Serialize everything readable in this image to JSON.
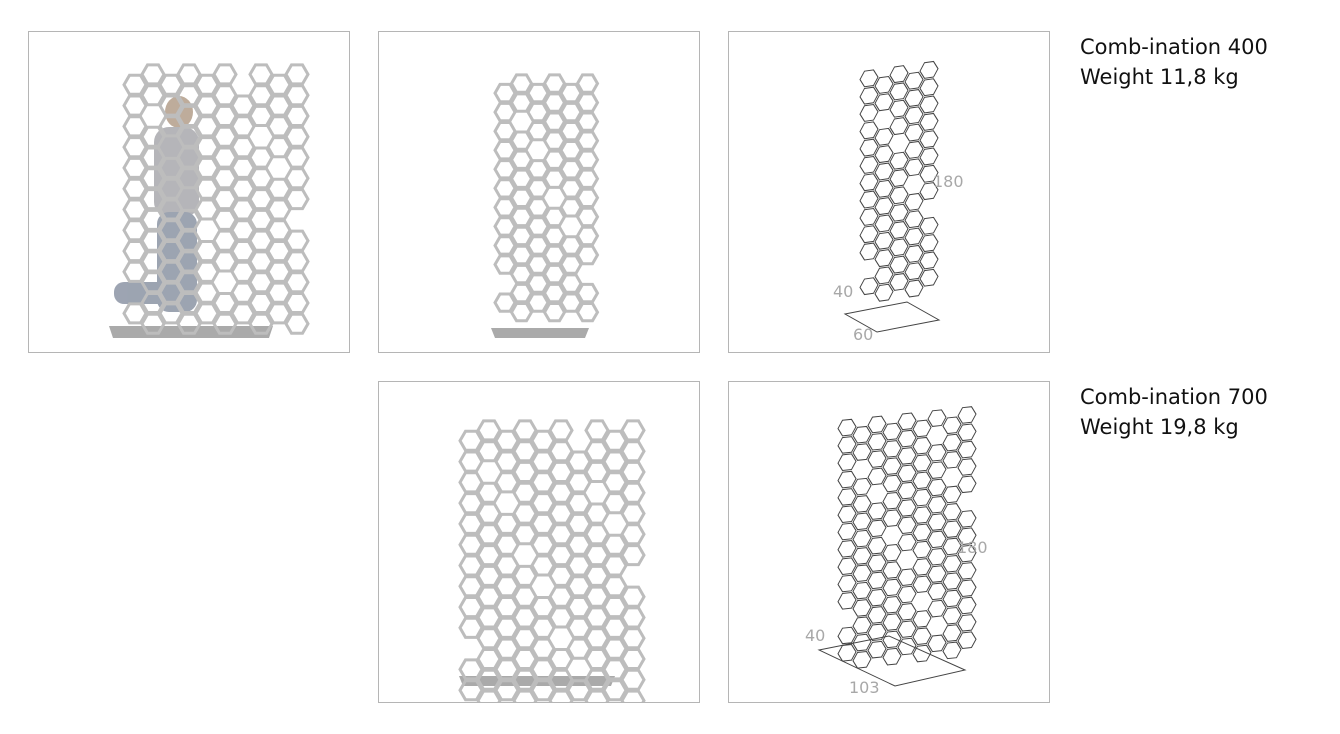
{
  "products": [
    {
      "name": "Comb-ination 400",
      "weight": "Weight 11,8 kg",
      "dims": {
        "height": "180",
        "depth": "40",
        "width": "60"
      }
    },
    {
      "name": "Comb-ination 700",
      "weight": "Weight 19,8 kg",
      "dims": {
        "height": "180",
        "depth": "40",
        "width": "103"
      }
    }
  ],
  "colors": {
    "panel_hex": "#bdbdbd",
    "drawing_line": "#444444",
    "dim_text": "#a8a8a8",
    "border": "#b5b5b5"
  }
}
